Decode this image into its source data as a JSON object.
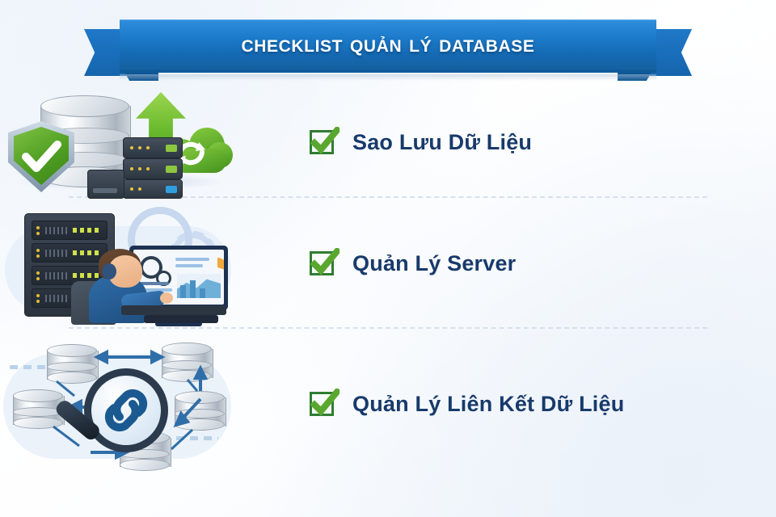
{
  "banner": {
    "title": "Checklist Quản Lý Database",
    "ribbon_color": "#1b7ac9",
    "ribbon_dark": "#0f5694",
    "title_color": "#ffffff"
  },
  "theme": {
    "background": "#f4f8fc",
    "text_color": "#183a6b",
    "check_green": "#4f9e22",
    "check_border": "#2f7d32",
    "divider_color": "#d6e1ec",
    "accent_blue": "#2f6ea8",
    "silver": "#c3ccd5"
  },
  "checklist": {
    "items": [
      {
        "label": "Sao Lưu Dữ Liệu",
        "check_icon": "checkbox-checked-icon",
        "illustration": "database-backup-shield-cloud-illustration"
      },
      {
        "label": "Quản Lý Server",
        "check_icon": "checkbox-checked-icon",
        "illustration": "server-rack-admin-monitor-illustration"
      },
      {
        "label": "Quản Lý Liên Kết Dữ Liệu",
        "check_icon": "checkbox-checked-icon",
        "illustration": "linked-databases-magnifier-illustration"
      }
    ]
  },
  "dividers": [
    {
      "name": "divider-1"
    },
    {
      "name": "divider-2"
    }
  ]
}
